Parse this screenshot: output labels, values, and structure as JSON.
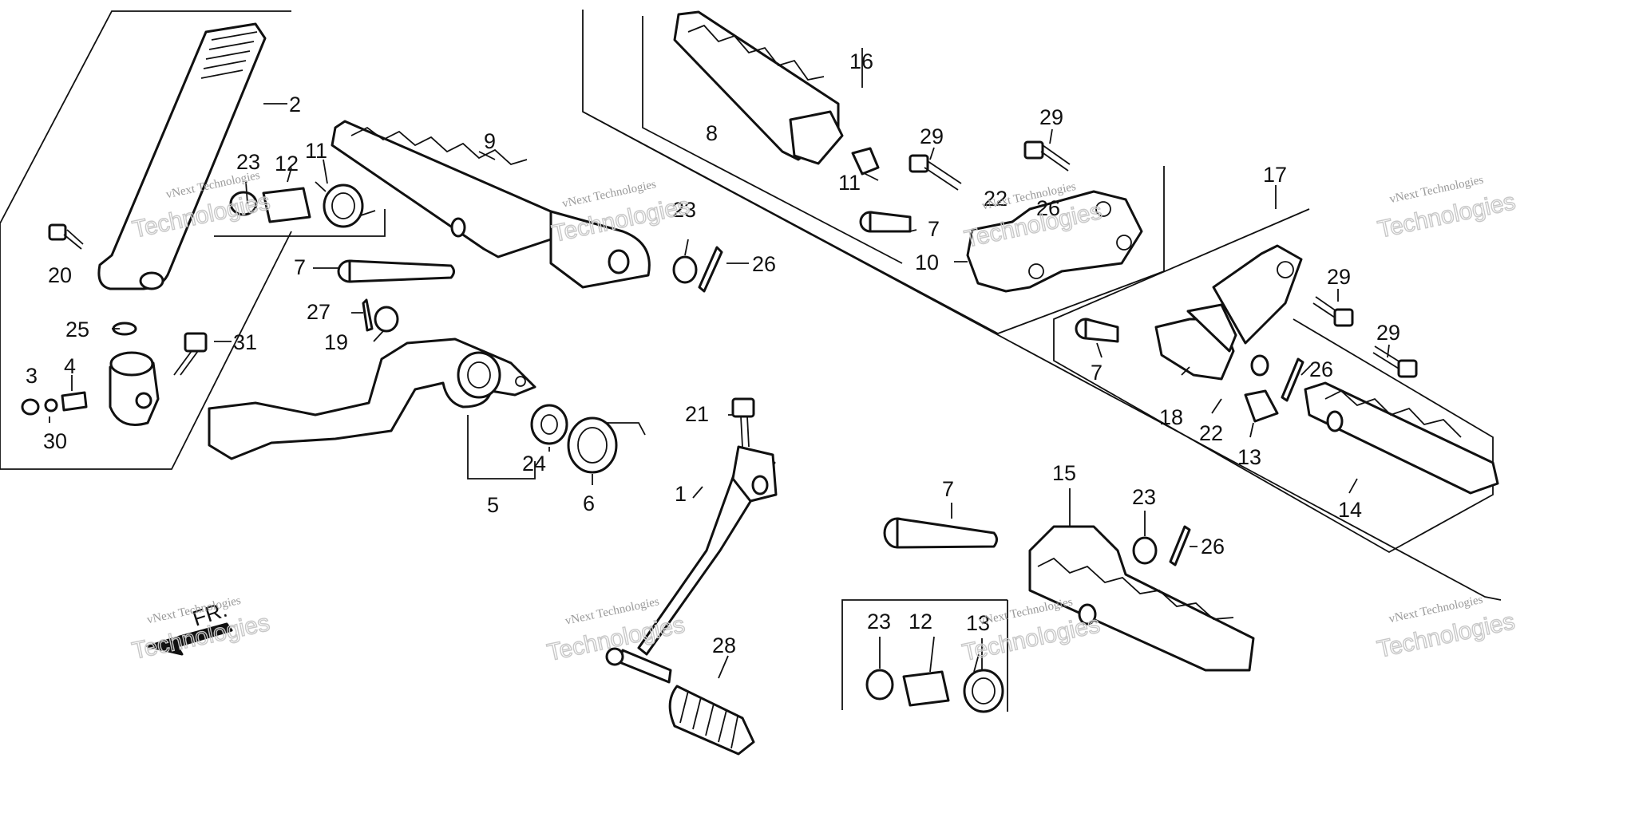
{
  "watermark": {
    "line1": "vNext Technologies",
    "line2": "Technologies"
  },
  "front_mark": "FR.",
  "callouts": {
    "c1": "1",
    "c2": "2",
    "c3": "3",
    "c4": "4",
    "c5": "5",
    "c6": "6",
    "c7a": "7",
    "c7b": "7",
    "c7c": "7",
    "c7d": "7",
    "c8": "8",
    "c9": "9",
    "c10": "10",
    "c11a": "11",
    "c11b": "11",
    "c12a": "12",
    "c12b": "12",
    "c13a": "13",
    "c13b": "13",
    "c14": "14",
    "c15": "15",
    "c16": "16",
    "c17": "17",
    "c18": "18",
    "c19": "19",
    "c20": "20",
    "c21": "21",
    "c22a": "22",
    "c22b": "22",
    "c23a": "23",
    "c23b": "23",
    "c23c": "23",
    "c23d": "23",
    "c24": "24",
    "c25": "25",
    "c26a": "26",
    "c26b": "26",
    "c26c": "26",
    "c26d": "26",
    "c27": "27",
    "c28": "28",
    "c29a": "29",
    "c29b": "29",
    "c29c": "29",
    "c29d": "29",
    "c30": "30",
    "c31": "31"
  }
}
